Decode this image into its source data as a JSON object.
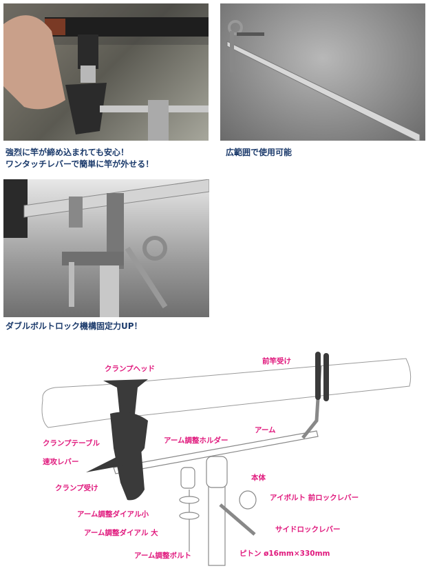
{
  "captions": {
    "photo1_line1": "強烈に竿が締め込まれても安心！",
    "photo1_line2": "ワンタッチレバーで簡単に竿が外せる！",
    "photo2": "広範囲で使用可能",
    "photo3": "ダブルボルトロック機構固定力UP！"
  },
  "diagram_labels": {
    "clamp_head": "クランプヘッド",
    "front_rod_rest": "前竿受け",
    "clamp_table": "クランプテーブル",
    "quick_lever": "速攻レバー",
    "clamp_holder": "クランプ受け",
    "arm_adjust_holder": "アーム調整ホルダー",
    "arm": "アーム",
    "body": "本体",
    "eyebolt": "アイボルト 前ロックレバー",
    "dial_small": "アーム調整ダイアル小",
    "dial_large": "アーム調整ダイアル 大",
    "side_lock": "サイドロックレバー",
    "arm_bolt": "アーム調整ボルト",
    "piton": "ピトン ø16mm×330mm"
  },
  "colors": {
    "caption": "#1b3a6b",
    "label": "#e0197d"
  }
}
